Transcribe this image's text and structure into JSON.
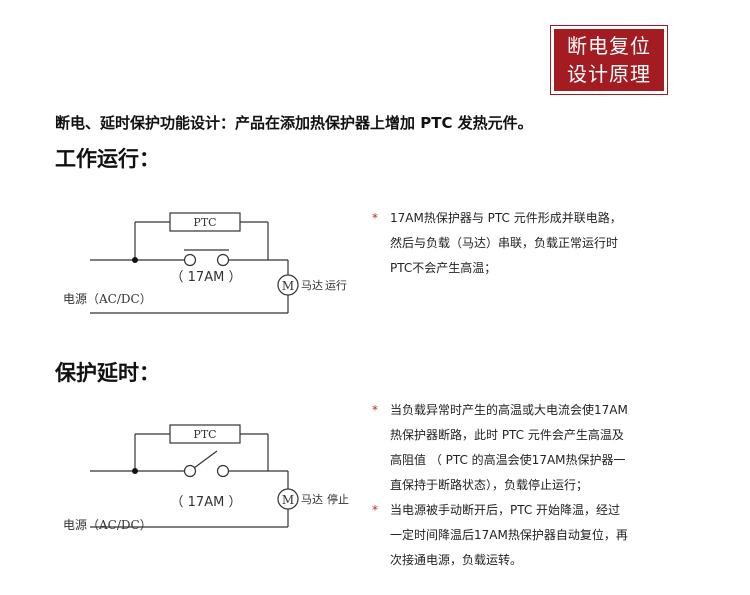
{
  "badge": {
    "line1": "断电复位",
    "line2": "设计原理"
  },
  "headline": "断电、延时保护功能设计：产品在添加热保护器上增加 PTC 发热元件。",
  "colors": {
    "accent": "#a31c22",
    "star": "#c8232c",
    "line": "#333333"
  },
  "sections": [
    {
      "title": "工作运行：",
      "diagram": {
        "ptc_label": "PTC",
        "switch_label": "（ 17AM ）",
        "motor_symbol": "M",
        "motor_name": "马达",
        "motor_state": "运行",
        "source_label": "电源（AC/DC）",
        "switch_state": "closed"
      },
      "notes": [
        {
          "lines": [
            "17AM热保护器与 PTC 元件形成并联电路，",
            "然后与负载（马达）串联，负载正常运行时",
            "PTC不会产生高温；"
          ]
        }
      ]
    },
    {
      "title": "保护延时：",
      "diagram": {
        "ptc_label": "PTC",
        "switch_label": "（ 17AM ）",
        "motor_symbol": "M",
        "motor_name": "马达",
        "motor_state": "停止",
        "source_label": "电源（AC/DC）",
        "switch_state": "open"
      },
      "notes": [
        {
          "lines": [
            "当负载异常时产生的高温或大电流会使17AM",
            "热保护器断路，此时 PTC 元件会产生高温及",
            "高阻值 （ PTC 的高温会使17AM热保护器一",
            "直保持于断路状态），负载停止运行；"
          ]
        },
        {
          "lines": [
            "当电源被手动断开后，PTC 开始降温，经过",
            "一定时间降温后17AM热保护器自动复位，再",
            "次接通电源，负载运转。"
          ]
        }
      ]
    }
  ]
}
